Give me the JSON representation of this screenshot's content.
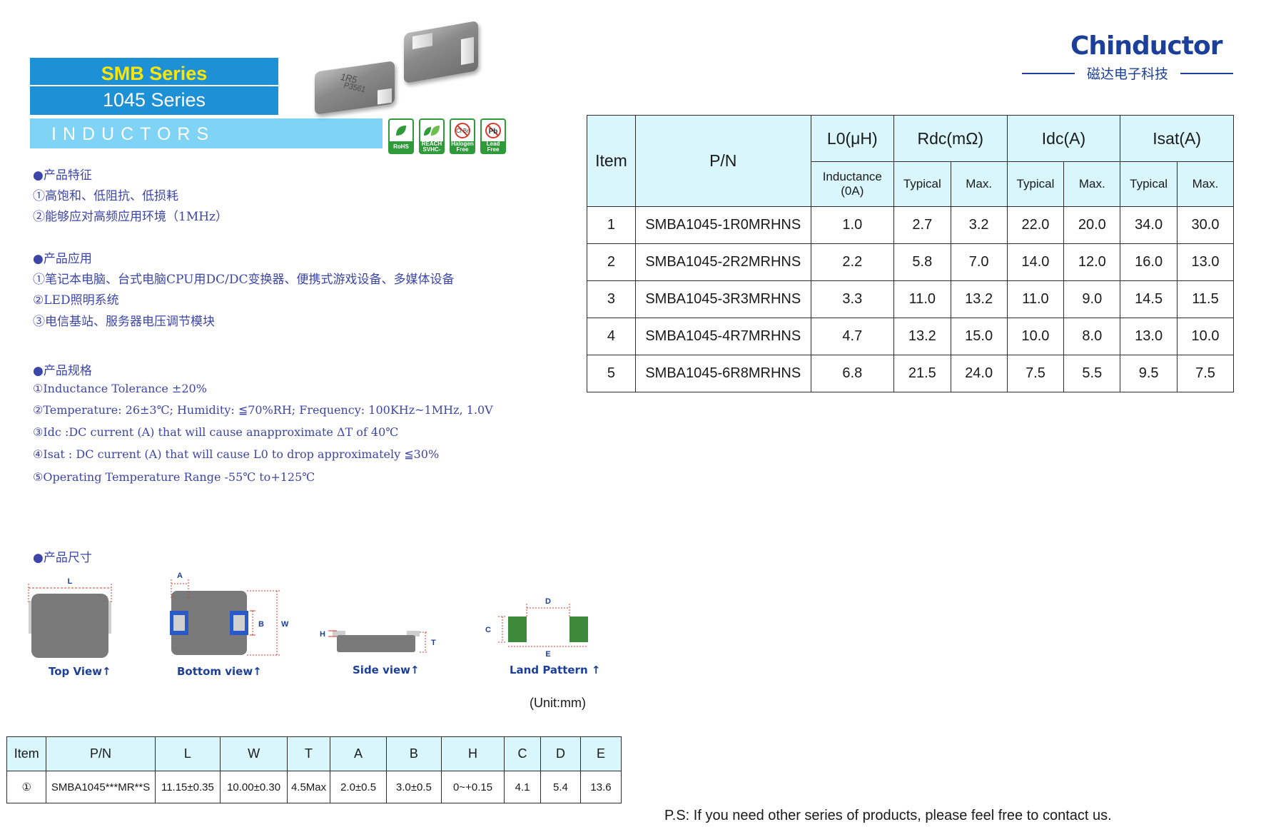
{
  "header": {
    "series_title": "SMB Series",
    "series_subtitle": "1045 Series",
    "category": "INDUCTORS",
    "part_marking_1": "1R5",
    "part_marking_2": "P3561"
  },
  "certifications": [
    {
      "label": "RoHS",
      "icon": "leaf-icon"
    },
    {
      "label": "REACH SVHC-Free",
      "icon": "double-leaf-icon"
    },
    {
      "label": "Halogen Free",
      "icon": "no-halogen-icon"
    },
    {
      "label": "Lead Free",
      "icon": "no-lead-icon"
    }
  ],
  "cert_symbols": {
    "halogen": "Cl Br",
    "lead": "Pb"
  },
  "logo": {
    "name": "Chinductor",
    "subtitle": "磁达电子科技",
    "color": "#1c3f9a"
  },
  "features": {
    "title": "●产品特征",
    "items": [
      "①高饱和、低阻抗、低损耗",
      "②能够应对高频应用环境（1MHz）"
    ]
  },
  "applications": {
    "title": "●产品应用",
    "items": [
      "①笔记本电脑、台式电脑CPU用DC/DC变换器、便携式游戏设备、多媒体设备",
      "②LED照明系统",
      "③电信基站、服务器电压调节模块"
    ]
  },
  "specs": {
    "title": "●产品规格",
    "items": [
      "①Inductance Tolerance ±20%",
      "②Temperature: 26±3℃; Humidity: ≦70%RH; Frequency: 100KHz~1MHz, 1.0V",
      "③Idc :DC current (A) that will cause anapproximate ΔT of 40℃",
      "④Isat : DC current (A) that will cause L0 to drop approximately ≦30%",
      "⑤Operating Temperature Range -55℃ to+125℃"
    ]
  },
  "dimensions_title": "●产品尺寸",
  "views": {
    "top": "Top View↑",
    "bottom": "Bottom view↑",
    "side": "Side view↑",
    "land": "Land Pattern ↑",
    "labels": {
      "L": "L",
      "A": "A",
      "B": "B",
      "W": "W",
      "H": "H",
      "T": "T",
      "C": "C",
      "D": "D",
      "E": "E"
    }
  },
  "unit_note": "(Unit:mm)",
  "main_table": {
    "headers": {
      "item": "Item",
      "pn": "P/N",
      "l0": "L0(μH)",
      "rdc": "Rdc(mΩ)",
      "idc": "Idc(A)",
      "isat": "Isat(A)",
      "inductance": "Inductance (0A)",
      "typical": "Typical",
      "max": "Max."
    },
    "rows": [
      [
        "1",
        "SMBA1045-1R0MRHNS",
        "1.0",
        "2.7",
        "3.2",
        "22.0",
        "20.0",
        "34.0",
        "30.0"
      ],
      [
        "2",
        "SMBA1045-2R2MRHNS",
        "2.2",
        "5.8",
        "7.0",
        "14.0",
        "12.0",
        "16.0",
        "13.0"
      ],
      [
        "3",
        "SMBA1045-3R3MRHNS",
        "3.3",
        "11.0",
        "13.2",
        "11.0",
        "9.0",
        "14.5",
        "11.5"
      ],
      [
        "4",
        "SMBA1045-4R7MRHNS",
        "4.7",
        "13.2",
        "15.0",
        "10.0",
        "8.0",
        "13.0",
        "10.0"
      ],
      [
        "5",
        "SMBA1045-6R8MRHNS",
        "6.8",
        "21.5",
        "24.0",
        "7.5",
        "5.5",
        "9.5",
        "7.5"
      ]
    ]
  },
  "dim_table": {
    "headers": [
      "Item",
      "P/N",
      "L",
      "W",
      "T",
      "A",
      "B",
      "H",
      "C",
      "D",
      "E"
    ],
    "row": [
      "①",
      "SMBA1045***MR**S",
      "11.15±0.35",
      "10.00±0.30",
      "4.5Max",
      "2.0±0.5",
      "3.0±0.5",
      "0~+0.15",
      "4.1",
      "5.4",
      "13.6"
    ]
  },
  "footer_note": "P.S: If you need other series of products, please feel free to contact us."
}
